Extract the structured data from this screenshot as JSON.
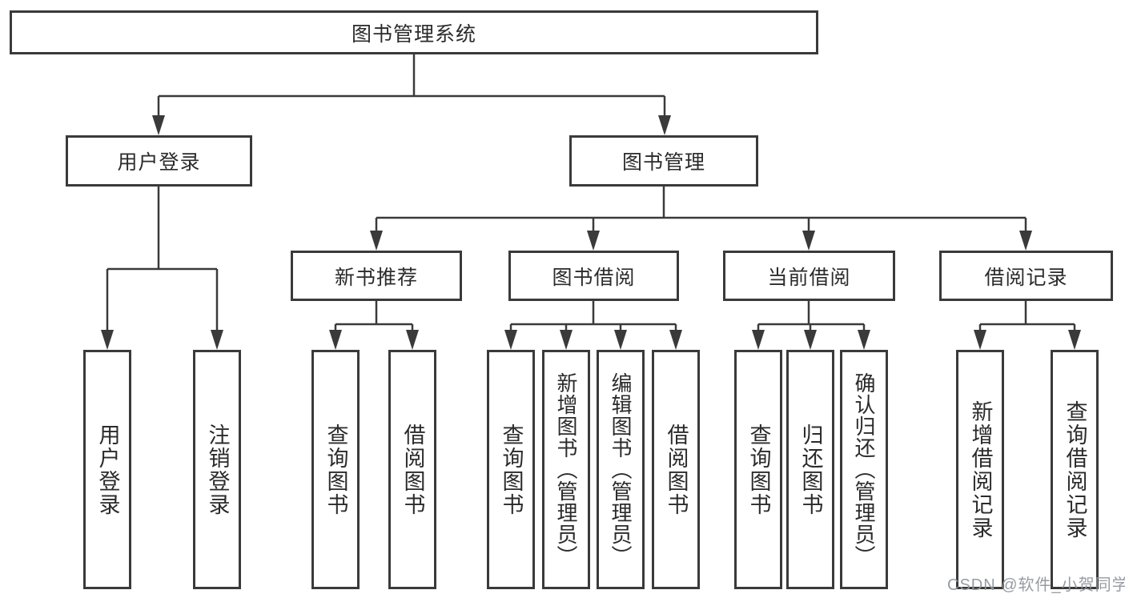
{
  "diagram": {
    "title": "图书管理系统",
    "root": {
      "label": "图书管理系统"
    },
    "level2": {
      "user_login": {
        "label": "用户登录"
      },
      "book_management": {
        "label": "图书管理"
      }
    },
    "level3": {
      "new_book_recommend": {
        "label": "新书推荐"
      },
      "book_borrow": {
        "label": "图书借阅"
      },
      "current_borrow": {
        "label": "当前借阅"
      },
      "borrow_records": {
        "label": "借阅记录"
      }
    },
    "leaves": {
      "user_login": "用户登录",
      "logout": "注销登录",
      "nb_query_books": "查询图书",
      "nb_borrow_books": "借阅图书",
      "bw_query_books": "查询图书",
      "bw_add_books_admin": "新增图书（管理员）",
      "bw_edit_books_admin": "编辑图书（管理员）",
      "bw_borrow_books": "借阅图书",
      "cur_query_books": "查询图书",
      "cur_return_books": "归还图书",
      "cur_confirm_return_admin": "确认归还（管理员）",
      "rec_add_record": "新增借阅记录",
      "rec_query_record": "查询借阅记录"
    },
    "watermark": "CSDN @软件_小贺同学",
    "colors": {
      "line": "#3a3a3a",
      "text": "#2b2b2b",
      "background": "#ffffff",
      "watermark": "#91979f"
    }
  }
}
